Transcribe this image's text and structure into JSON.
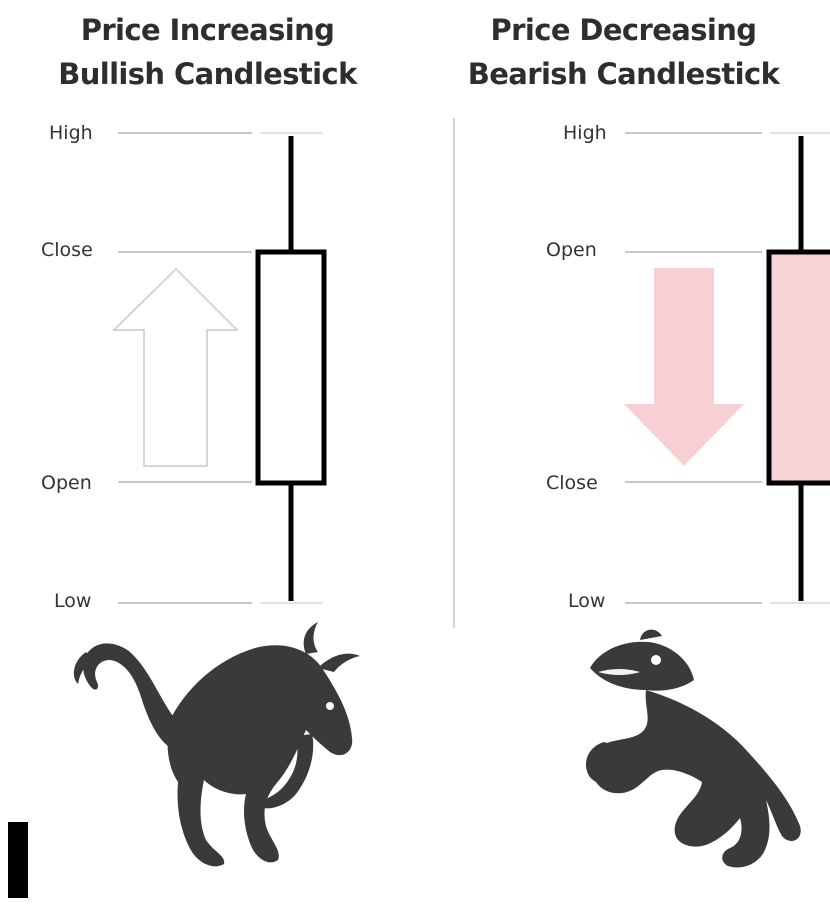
{
  "bullish": {
    "title_line1": "Price Increasing",
    "title_line2": "Bullish Candlestick",
    "labels": {
      "high": "High",
      "close": "Close",
      "open": "Open",
      "low": "Low"
    },
    "body_color": "#ffffff",
    "arrow": "up-arrow",
    "animal": "bull-icon"
  },
  "bearish": {
    "title_line1": "Price Decreasing",
    "title_line2": "Bearish Candlestick",
    "labels": {
      "high": "High",
      "open": "Open",
      "close": "Close",
      "low": "Low"
    },
    "body_color": "#f9d4d6",
    "arrow": "down-arrow",
    "animal": "bear-icon"
  },
  "colors": {
    "ink": "#000000",
    "guide": "#c8c8c8",
    "animal": "#3a3a3a",
    "bear_accent": "#f9d4d6"
  }
}
